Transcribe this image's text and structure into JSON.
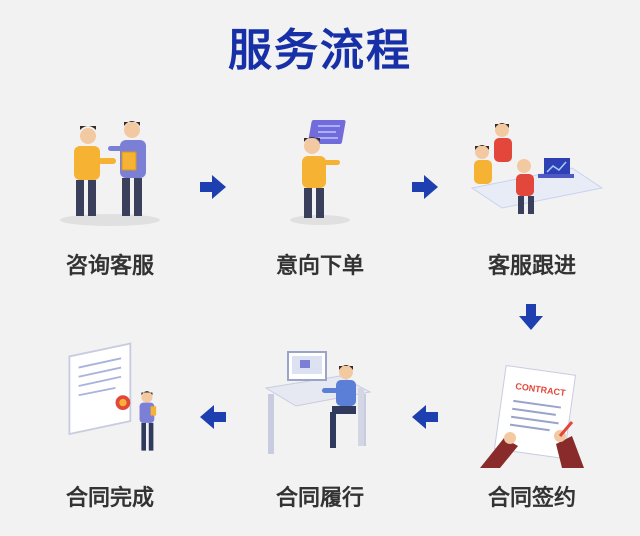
{
  "title": "服务流程",
  "colors": {
    "accent": "#1730a8",
    "arrow": "#1e3fb0",
    "text": "#333333"
  },
  "steps": [
    {
      "label": "咨询客服"
    },
    {
      "label": "意向下单"
    },
    {
      "label": "客服跟进"
    },
    {
      "label": "合同签约"
    },
    {
      "label": "合同履行"
    },
    {
      "label": "合同完成"
    }
  ],
  "contract_text": "CONTRACT"
}
